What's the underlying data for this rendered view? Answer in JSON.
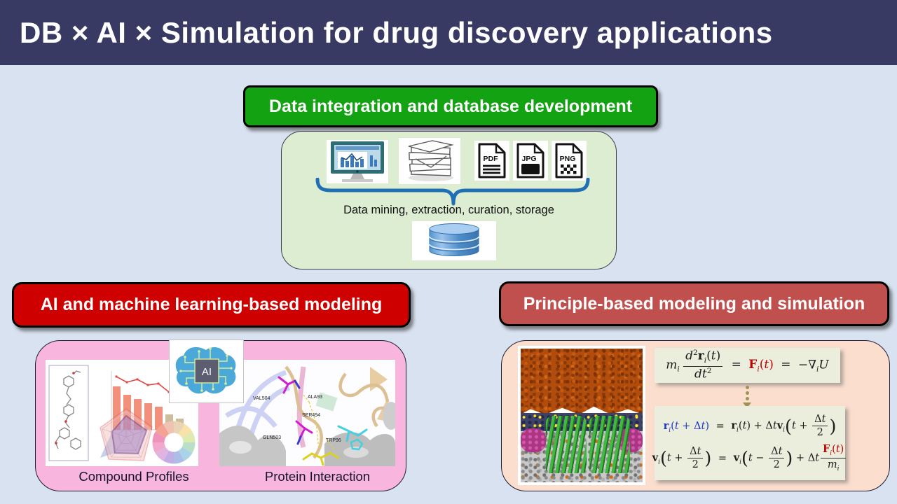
{
  "title": "DB × AI × Simulation for drug discovery applications",
  "colors": {
    "title_bar": "#383a64",
    "background": "#d9e2f0",
    "green_button": "#12a212",
    "green_box": "#dcedd2",
    "red_button": "#cf0000",
    "brick_button": "#c0504d",
    "pink_box": "#f8b6de",
    "peach_box": "#fbdecd",
    "brace_blue": "#1f6fb4",
    "equation_panel": "#eceedd",
    "equation_red": "#c00000",
    "equation_blue": "#2038c8"
  },
  "sections": {
    "data_integration": {
      "header": "Data integration and database development",
      "caption": "Data mining, extraction, curation, storage",
      "file_types": [
        "PDF",
        "JPG",
        "PNG"
      ],
      "icons": [
        "monitor-chart-icon",
        "paper-stack-icon",
        "pdf-file-icon",
        "jpg-file-icon",
        "png-file-icon",
        "curly-brace",
        "database-cylinder-icon"
      ]
    },
    "ai_modeling": {
      "header": "AI and machine learning-based modeling",
      "chip_label": "AI",
      "captions": [
        "Compound Profiles",
        "Protein Interaction"
      ],
      "residues": [
        "VAL504",
        "ALA93",
        "SER494",
        "GLN503",
        "TRP96"
      ],
      "icons": [
        "ai-brain-chip-icon",
        "compound-profiles-image",
        "protein-interaction-image"
      ]
    },
    "simulation": {
      "header": "Principle-based modeling and simulation",
      "icons": [
        "membrane-simulation-image",
        "dotted-down-arrow"
      ],
      "equations": {
        "newton": "<span class='it'>m</span><sub class='it'>i</sub>&#8201;<span class='frac'><span class='nm'><span class='it'>d</span><sup>2</sup><b>r</b><sub class='it'>i</sub>(<span class='it'>t</span>)</span><span class='dn'><span class='it'>dt</span><sup>2</sup></span></span> <span class='eqs'>=</span> <span class='red'><b>F</b><sub class='it'>i</sub>(<span class='it'>t</span>)</span> <span class='eqs'>=</span> &#8722;&#8711;<sub class='it'>i</sub><span class='it'>U</span>",
        "position_update": "<span class='blue'><b>r</b><sub class='it'>i</sub>(<span class='it'>t</span> + &#916;<span class='it'>t</span>)</span> <span class='eqs'>=</span> <b>r</b><sub class='it'>i</sub>(<span class='it'>t</span>) + &#916;<span class='it'>t</span><b>v</b><sub class='it'>i</sub><span class='bp'>(</span><span class='it'>t</span> + <span class='frac'><span class='nm'>&#916;<span class='it'>t</span></span><span class='dn'>2</span></span><span class='bp'>)</span>",
        "velocity_update": "<b>v</b><sub class='it'>i</sub><span class='bp'>(</span><span class='it'>t</span> + <span class='frac'><span class='nm'>&#916;<span class='it'>t</span></span><span class='dn'>2</span></span><span class='bp'>)</span> <span class='eqs'>=</span> <b>v</b><sub class='it'>i</sub><span class='bp'>(</span><span class='it'>t</span> &#8722; <span class='frac'><span class='nm'>&#916;<span class='it'>t</span></span><span class='dn'>2</span></span><span class='bp'>)</span> + &#916;<span class='it'>t</span><span class='frac'><span class='nm'><span class='red'><b>F</b><sub class='it'>i</sub>(<span class='it'>t</span>)</span></span><span class='dn'><span class='it'>m</span><sub class='it'>i</sub></span></span>"
      }
    }
  }
}
